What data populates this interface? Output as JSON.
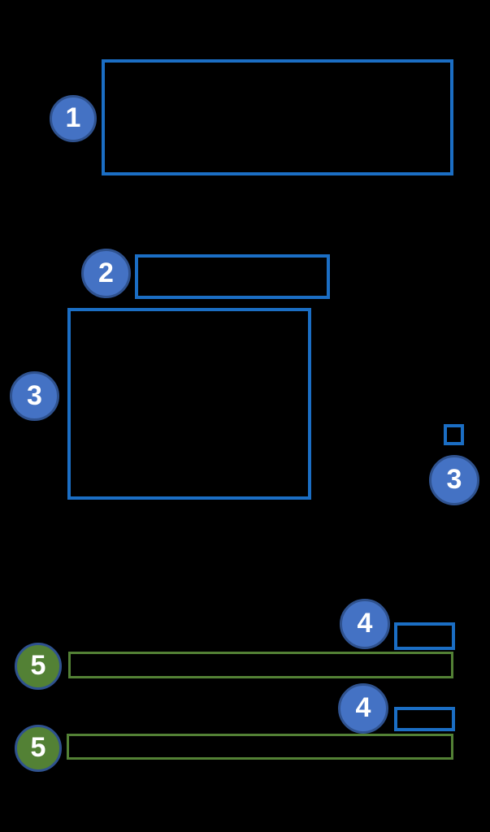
{
  "figure": {
    "type": "annotated-screenshot",
    "description": "Black screenshot background with numbered annotation callouts and outlined highlight regions",
    "colors": {
      "background": "#000000",
      "blue_region_stroke": "#1b6ec4",
      "green_region_stroke": "#538135",
      "blue_callout_fill": "#4472c4",
      "blue_callout_ring": "#2f528f",
      "green_callout_fill": "#538135",
      "green_callout_ring": "#2f528f",
      "label_text": "#ffffff"
    },
    "callouts": [
      {
        "label": "1",
        "color": "blue"
      },
      {
        "label": "2",
        "color": "blue"
      },
      {
        "label": "3",
        "color": "blue"
      },
      {
        "label": "3",
        "color": "blue"
      },
      {
        "label": "4",
        "color": "blue"
      },
      {
        "label": "5",
        "color": "green"
      },
      {
        "label": "4",
        "color": "blue"
      },
      {
        "label": "5",
        "color": "green"
      }
    ],
    "regions": [
      {
        "name": "region-step1",
        "stroke": "blue"
      },
      {
        "name": "region-step2",
        "stroke": "blue"
      },
      {
        "name": "region-step3-large",
        "stroke": "blue"
      },
      {
        "name": "region-step3-small",
        "stroke": "blue"
      },
      {
        "name": "region-step4-top",
        "stroke": "blue"
      },
      {
        "name": "region-step5-top",
        "stroke": "green"
      },
      {
        "name": "region-step4-bottom",
        "stroke": "blue"
      },
      {
        "name": "region-step5-bottom",
        "stroke": "green"
      }
    ]
  }
}
